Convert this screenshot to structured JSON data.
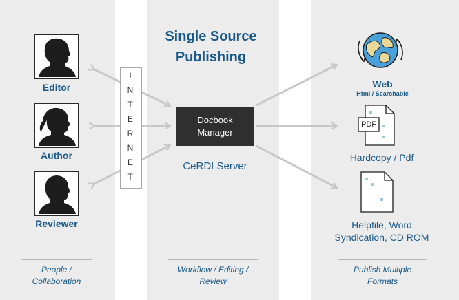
{
  "title": [
    "Single Source",
    "Publishing"
  ],
  "roles": {
    "editor": "Editor",
    "author": "Author",
    "reviewer": "Reviewer"
  },
  "internet_label": "INTERNET",
  "manager_box": [
    "Docbook",
    "Manager"
  ],
  "server_label": "CeRDI Server",
  "outputs": {
    "web_title": "Web",
    "web_sub": "Html / Searchable",
    "pdf_badge": "PDF",
    "hardcopy": "Hardcopy / Pdf",
    "helpfile_line1": "Helpfile, Word",
    "helpfile_line2": "Syndication, CD ROM"
  },
  "footer": {
    "left": [
      "People /",
      "Collaboration"
    ],
    "middle": [
      "Workflow / Editing /",
      "Review"
    ],
    "right": [
      "Publish Multiple",
      "Formats"
    ]
  },
  "colors": {
    "text_blue": "#1a5a8a",
    "arrow_grey": "#c8c8c8",
    "band_white": "#ffffff",
    "bg_grey": "#ececec",
    "box_dark": "#2f2f2f"
  },
  "icons": [
    "editor-silhouette-icon",
    "author-silhouette-icon",
    "reviewer-silhouette-icon",
    "globe-icon",
    "pdf-document-icon",
    "document-icon"
  ]
}
